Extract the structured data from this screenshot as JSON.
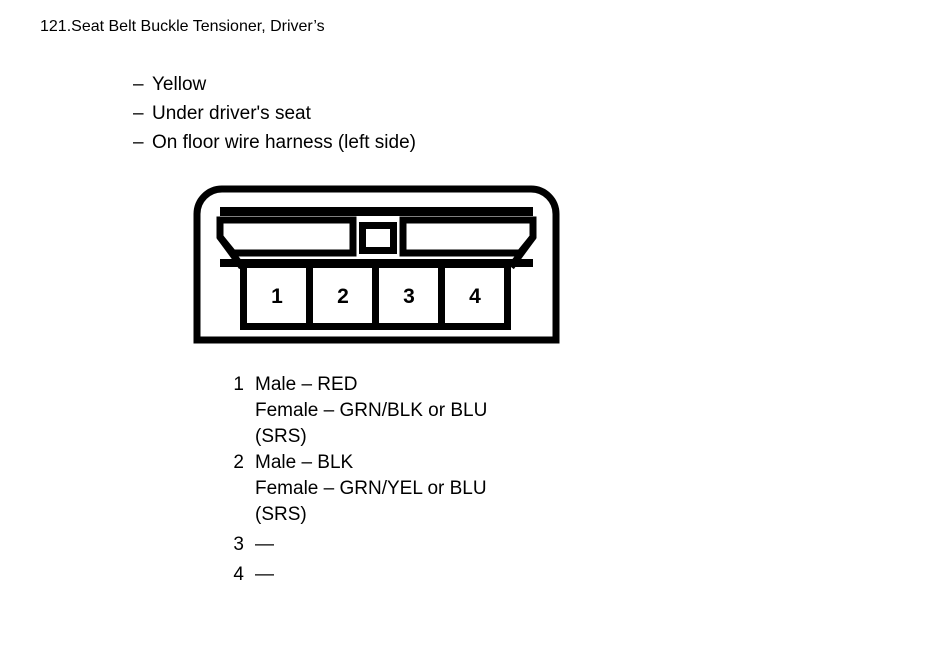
{
  "page": {
    "background_color": "#ffffff",
    "ink_color": "#000000"
  },
  "title": {
    "number": "121.",
    "text": "Seat Belt Buckle Tensioner, Driver’s"
  },
  "attributes": {
    "bullet": "–",
    "items": [
      "Yellow",
      "Under driver's seat",
      "On floor wire harness (left side)"
    ]
  },
  "connector": {
    "name": "4-way-connector",
    "pin_count": 4,
    "pin_labels": [
      "1",
      "2",
      "3",
      "4"
    ]
  },
  "pin_legend": [
    {
      "index": "1",
      "lines": [
        "Male – RED",
        "Female – GRN/BLK or BLU",
        "(SRS)"
      ]
    },
    {
      "index": "2",
      "lines": [
        "Male – BLK",
        "Female – GRN/YEL or BLU",
        "(SRS)"
      ]
    },
    {
      "index": "3",
      "lines": [
        "—"
      ]
    },
    {
      "index": "4",
      "lines": [
        "—"
      ]
    }
  ]
}
